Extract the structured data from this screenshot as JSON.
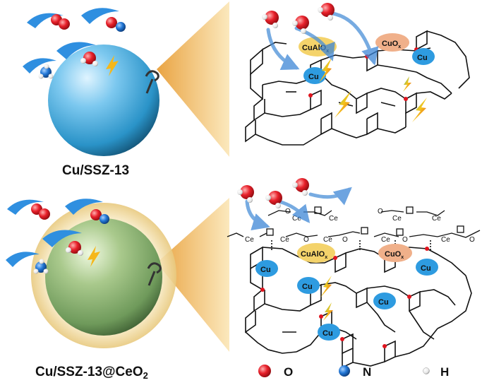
{
  "figure": {
    "top_caption": "Cu/SSZ-13",
    "bottom_caption_main": "Cu/SSZ-13@CeO",
    "bottom_caption_sub": "2",
    "labels": {
      "cualox_main": "CuAlO",
      "cualox_sub": "x",
      "cuox_main": "CuO",
      "cuox_sub": "x",
      "cu": "Cu",
      "ce": "Ce",
      "o": "O"
    },
    "legend": {
      "o": "O",
      "n": "N",
      "h": "H"
    },
    "colors": {
      "sphere_blue": "#3aa6d8",
      "sphere_green": "#7fa66a",
      "shell": "#efd9a0",
      "cone": "#f2b347",
      "oxygen": "#e0141e",
      "nitrogen": "#1f6fd1",
      "cu_ellipse": "#2e9be0",
      "cualox_ellipse": "#f4d36b",
      "cuox_ellipse": "#f0b08a",
      "arrow": "#4a8fd8",
      "swoosh": "#2f8fe0"
    }
  }
}
